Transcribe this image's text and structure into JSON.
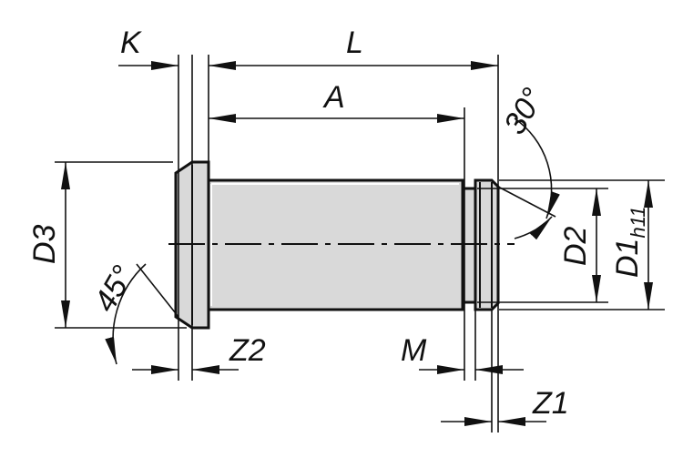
{
  "labels": {
    "K": "K",
    "L": "L",
    "A": "A",
    "D3": "D3",
    "D2": "D2",
    "D1": "D1",
    "D1_sub": "h11",
    "angle_45": "45°",
    "angle_30": "30°",
    "Z2": "Z2",
    "M": "M",
    "Z1": "Z1"
  },
  "colors": {
    "part_fill": "#d9d9d9",
    "line": "#111111"
  }
}
